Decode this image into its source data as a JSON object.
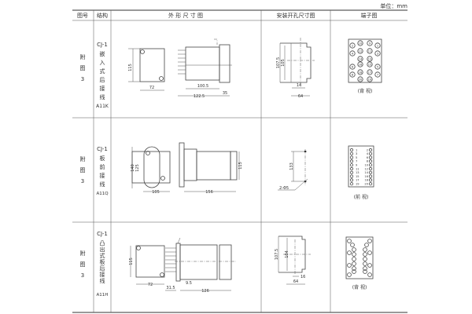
{
  "unit_label": "单位：mm",
  "headers": [
    "图号",
    "结构",
    "外 形 尺 寸 图",
    "安装开孔尺寸图",
    "端子图"
  ],
  "rows": [
    {
      "figure": [
        "附",
        "图",
        "3"
      ],
      "structure": {
        "model": "CJ-1",
        "type_chars": [
          "嵌",
          "入",
          "式",
          "后",
          "接",
          "线"
        ],
        "code": "A11K"
      },
      "outline_dims": {
        "height": "115",
        "front_width": "72",
        "body": "100.5",
        "total": "122.5",
        "flange": "35"
      },
      "cutout_dims": {
        "outer": "107.5",
        "inner": "105",
        "slot": "14",
        "width": "64"
      },
      "terminal_view": "(背 视)",
      "terminals": [
        "2",
        "10",
        "9",
        "1",
        "4",
        "12",
        "11",
        "3",
        "14",
        "13",
        "6",
        "16",
        "15",
        "5",
        "8",
        "18",
        "17",
        "7",
        "20",
        "19"
      ]
    },
    {
      "figure": [
        "附",
        "图",
        "3"
      ],
      "structure": {
        "model": "CJ-1",
        "type_chars": [
          "板",
          "前",
          "接",
          "线"
        ],
        "code": "A11Q"
      },
      "outline_dims": {
        "height_outer": "140",
        "height_inner": "125",
        "front_width": "105",
        "depth": "156",
        "side_height": "115"
      },
      "cutout_dims": {
        "spacing": "133",
        "holes": "2-Φ5"
      },
      "terminal_view": "(前 视)",
      "terminals_left": [
        "1",
        "3",
        "5",
        "7",
        "9",
        "11",
        "13",
        "15",
        "17",
        "19"
      ],
      "terminals_right": [
        "2",
        "4",
        "6",
        "8",
        "10",
        "12",
        "14",
        "16",
        "18",
        "20"
      ]
    },
    {
      "figure": [
        "附",
        "图",
        "3"
      ],
      "structure": {
        "model": "CJ-1",
        "type_chars": [
          "凸",
          "出",
          "式",
          "板",
          "后",
          "接",
          "线"
        ],
        "code": "A11H"
      },
      "outline_dims": {
        "height": "115",
        "front_width": "72",
        "pins": "31.5",
        "panel": "9.5",
        "depth": "126"
      },
      "cutout_dims": {
        "outer": "107.5",
        "inner": "104",
        "slot": "16",
        "width": "64"
      },
      "terminal_view": "(背 视)"
    }
  ]
}
